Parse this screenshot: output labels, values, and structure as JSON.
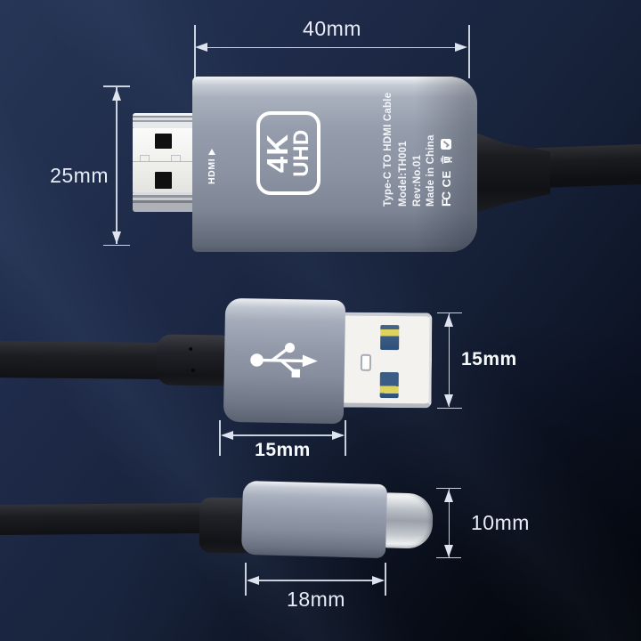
{
  "product": {
    "badge": {
      "line1": "4K",
      "line2": "UHD"
    },
    "port_label": "HDMI",
    "print_lines": [
      "Type-C TO HDMI Cable",
      "Model:TH001",
      "Rev:No.01",
      "Made in China"
    ],
    "certs": {
      "fcc": "FC",
      "ce": "CE"
    },
    "icons": {
      "usb": "usb-trident-icon",
      "weee": "weee-bin-icon",
      "check": "cert-check-icon",
      "hdmi_arrow": "triangle-arrow-icon"
    }
  },
  "dimensions": {
    "adapter_width": "40mm",
    "adapter_height": "25mm",
    "usba_height": "15mm",
    "usba_width": "15mm",
    "usbc_height": "10mm",
    "usbc_width": "18mm"
  },
  "colors": {
    "background_top": "#273657",
    "background_bottom": "#070b16",
    "dimension_lines": "#dde4f0",
    "metal_gray": "#8b93a4",
    "cable_black": "#17181b",
    "usb_contact_blue": "#3b5d85",
    "usb_contact_yellow": "#ddd45f",
    "print_white": "#f2f4f8"
  }
}
